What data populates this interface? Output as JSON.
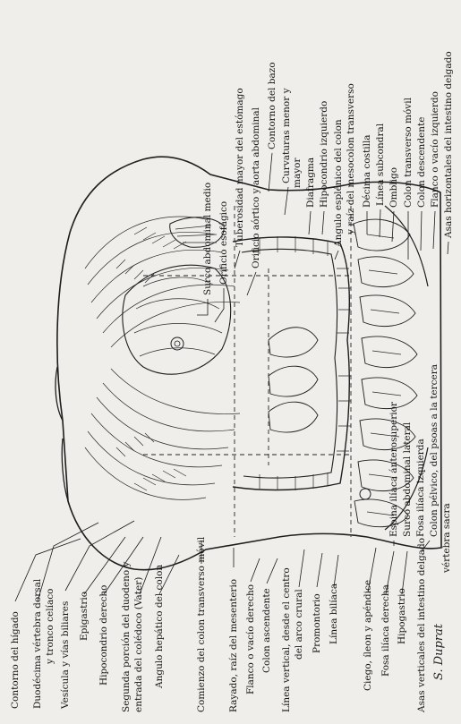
{
  "figure": {
    "right_labels": [
      "Surco abdominal medio",
      "Orificio esofágico",
      "Tuberosidad mayor del estómago",
      "Orificio aórtico y aorta abdominal",
      "Contorno del bazo",
      "Curvaturas menor y",
      "mayor",
      "Diafragma",
      "Hipocondrio izquierdo",
      "Angulo esplénico del colon",
      "y raíz del mesocolon transverso",
      "Décima costilla",
      "Línea subcondral",
      "Ombligo",
      "Colon transverso móvil",
      "Colon descendente",
      "Flanco o vacío izquierdo",
      "Asas horizontales del intestino delgado",
      "Espina ilíaca ánterosuperior",
      "Surco abdominal lateral",
      "Fosa ilíaca izquierda",
      "Colon pélvico, del psoas a la tercera",
      "vértebra sacra"
    ],
    "left_labels": [
      "Contorno del hígado",
      "Duodécima vértebra dorsal",
      "y tronco celíaco",
      "Vesícula y vías biliares",
      "Epigastrio",
      "Hipocondrio derecho",
      "Segunda porción del duodeno y",
      "entrada del colédoco (Vater)",
      "Angulo hepático del colon",
      "Comienzo del colon transverso móvil",
      "Rayado, raíz del mesenterio",
      "Flanco o vacío derecho",
      "Colon ascendente",
      "Línea vertical, desde el centro",
      "del arco crural",
      "Promontorio",
      "Línea bilíaca",
      "Ciego, íleon y apéndice",
      "Fosa ilíaca derecha",
      "Hipogastrio",
      "Asas verticales del intestino delgado"
    ],
    "signature": "S. Duprat"
  }
}
